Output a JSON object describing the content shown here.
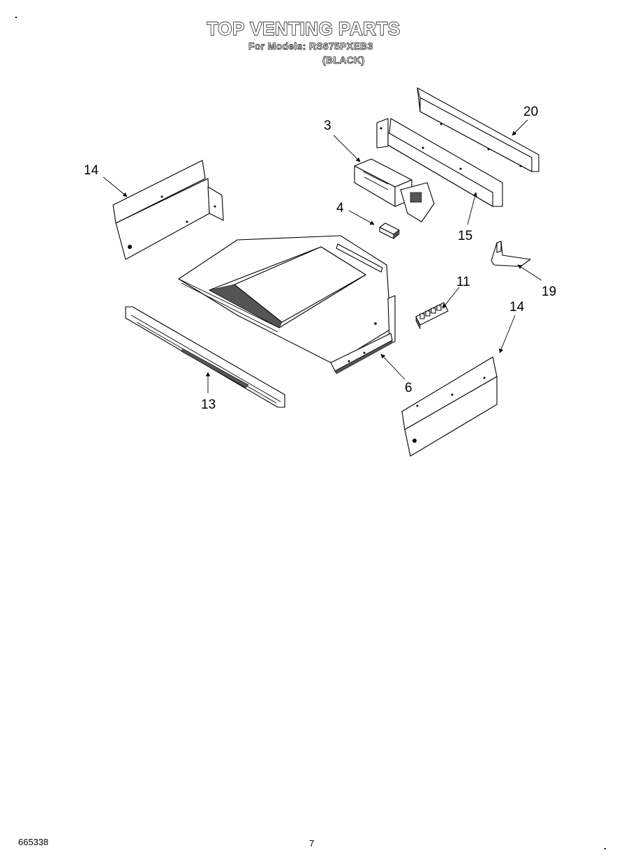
{
  "header": {
    "title": "TOP VENTING PARTS",
    "models_line": "For Models: RS675PXEB3",
    "color_note": "(BLACK)"
  },
  "callouts": [
    {
      "id": "c20",
      "label": "20"
    },
    {
      "id": "c3",
      "label": "3"
    },
    {
      "id": "c14a",
      "label": "14"
    },
    {
      "id": "c4",
      "label": "4"
    },
    {
      "id": "c15",
      "label": "15"
    },
    {
      "id": "c19",
      "label": "19"
    },
    {
      "id": "c11",
      "label": "11"
    },
    {
      "id": "c14b",
      "label": "14"
    },
    {
      "id": "c6",
      "label": "6"
    },
    {
      "id": "c13",
      "label": "13"
    }
  ],
  "footer": {
    "doc_code": "665338",
    "page_number": "7"
  }
}
